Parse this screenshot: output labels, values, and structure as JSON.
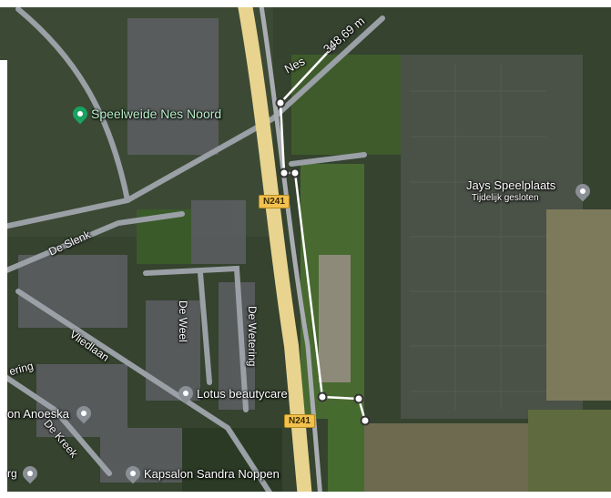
{
  "map": {
    "measurement": {
      "distance_label": "348,69 m",
      "line_color": "#ffffff"
    },
    "route_shields": [
      {
        "label": "N241"
      },
      {
        "label": "N241"
      }
    ],
    "streets": [
      {
        "label": "Nes"
      },
      {
        "label": "De Slenk"
      },
      {
        "label": "De Weel"
      },
      {
        "label": "De Wetering"
      },
      {
        "label": "Vliedlaan"
      },
      {
        "label": "De Kreek"
      },
      {
        "label": "ering"
      }
    ],
    "places": [
      {
        "name": "Speelweide Nes Noord",
        "pin_color": "#1aa260",
        "subtitle": ""
      },
      {
        "name": "Jays Speelplaats",
        "pin_color": "#8a8f96",
        "subtitle": "Tijdelijk gesloten"
      },
      {
        "name": "Lotus beautycare",
        "pin_color": "#8a8f96",
        "subtitle": ""
      },
      {
        "name": "Kapsalon Sandra Noppen",
        "pin_color": "#8a8f96",
        "subtitle": ""
      },
      {
        "name": "on Anoeska",
        "pin_color": "#8a8f96",
        "subtitle": ""
      },
      {
        "name": "rg",
        "pin_color": "#8a8f96",
        "subtitle": ""
      }
    ],
    "colors": {
      "road_shield": "#f2c14e",
      "highway": "#e8d48f",
      "road": "#9aa0a6"
    }
  }
}
